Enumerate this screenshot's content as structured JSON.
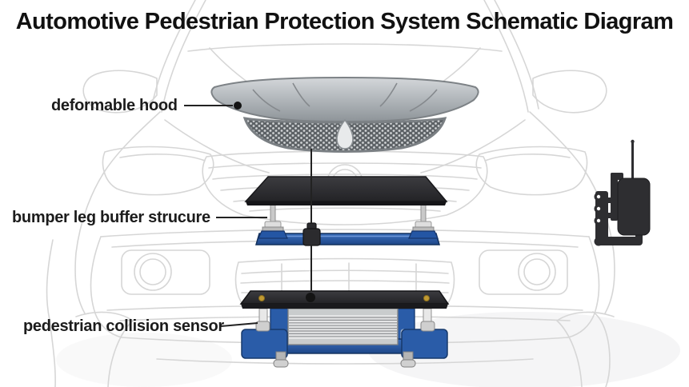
{
  "title": "Automotive Pedestrian Protection System Schematic Diagram",
  "labels": {
    "deformable_hood": "deformable hood",
    "bumper_leg_buffer": "bumper leg buffer strucure",
    "pedestrian_sensor": "pedestrian collision sensor"
  },
  "colors": {
    "background": "#ffffff",
    "title_text": "#111111",
    "label_text": "#1c1c1c",
    "car_outline_gray": "#d6d6d6",
    "component_blue": "#2a5ca8",
    "component_dark": "#2b2b2e",
    "hood_silver": "#b4b9bd",
    "radiator_silver": "#e4e5e6",
    "screw_gold": "#c09a32"
  }
}
